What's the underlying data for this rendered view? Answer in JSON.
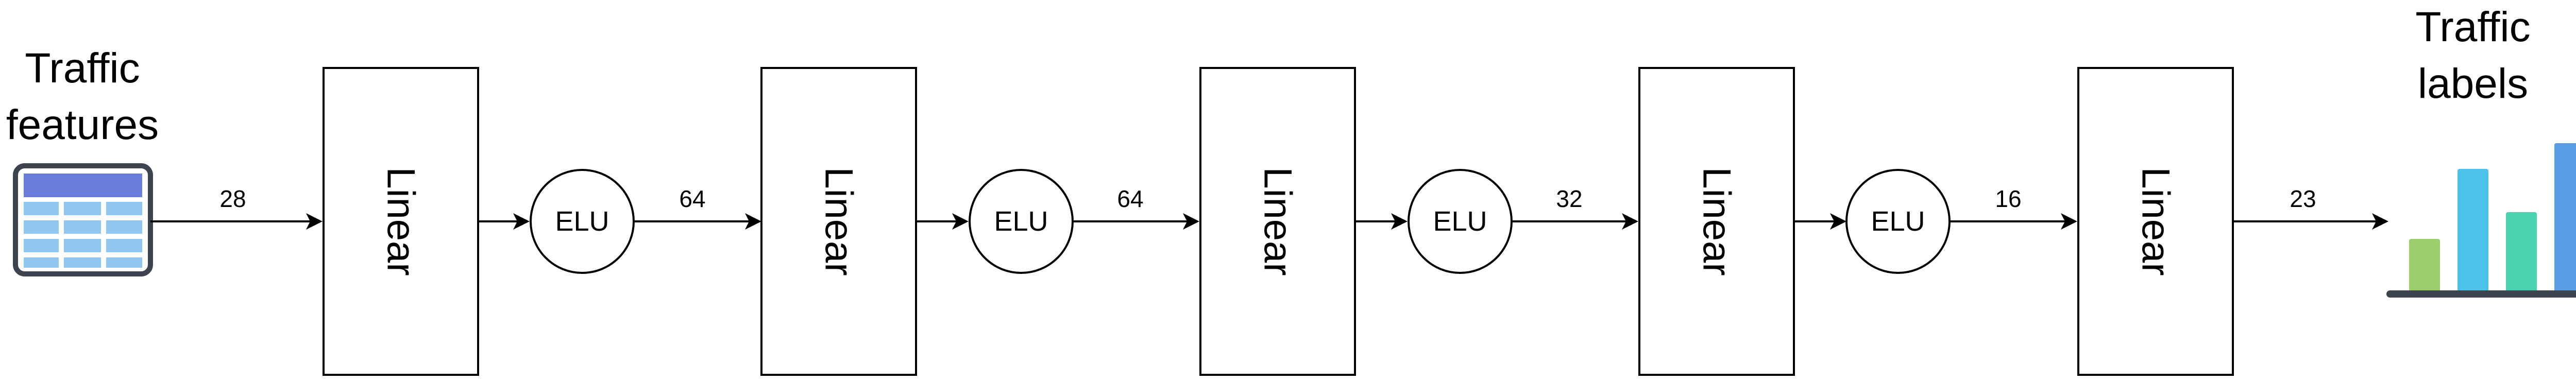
{
  "input": {
    "label_lines": [
      "Traffic",
      "features"
    ],
    "icon": "table-icon"
  },
  "output": {
    "label_lines": [
      "Traffic",
      "labels"
    ],
    "icon": "bar-chart-icon",
    "bar_colors": [
      "#9ccf6b",
      "#4cc2e8",
      "#49d1b0",
      "#5a9be6"
    ],
    "base_color": "#3d4450"
  },
  "layers": [
    {
      "label": "Linear"
    },
    {
      "label": "Linear"
    },
    {
      "label": "Linear"
    },
    {
      "label": "Linear"
    },
    {
      "label": "Linear"
    }
  ],
  "activations": [
    {
      "label": "ELU"
    },
    {
      "label": "ELU"
    },
    {
      "label": "ELU"
    },
    {
      "label": "ELU"
    }
  ],
  "dims": [
    "28",
    "64",
    "64",
    "32",
    "16",
    "23"
  ],
  "colors": {
    "table_header": "#6b7ddb",
    "table_cell": "#8fc6f2",
    "table_frame": "#3d4450"
  }
}
